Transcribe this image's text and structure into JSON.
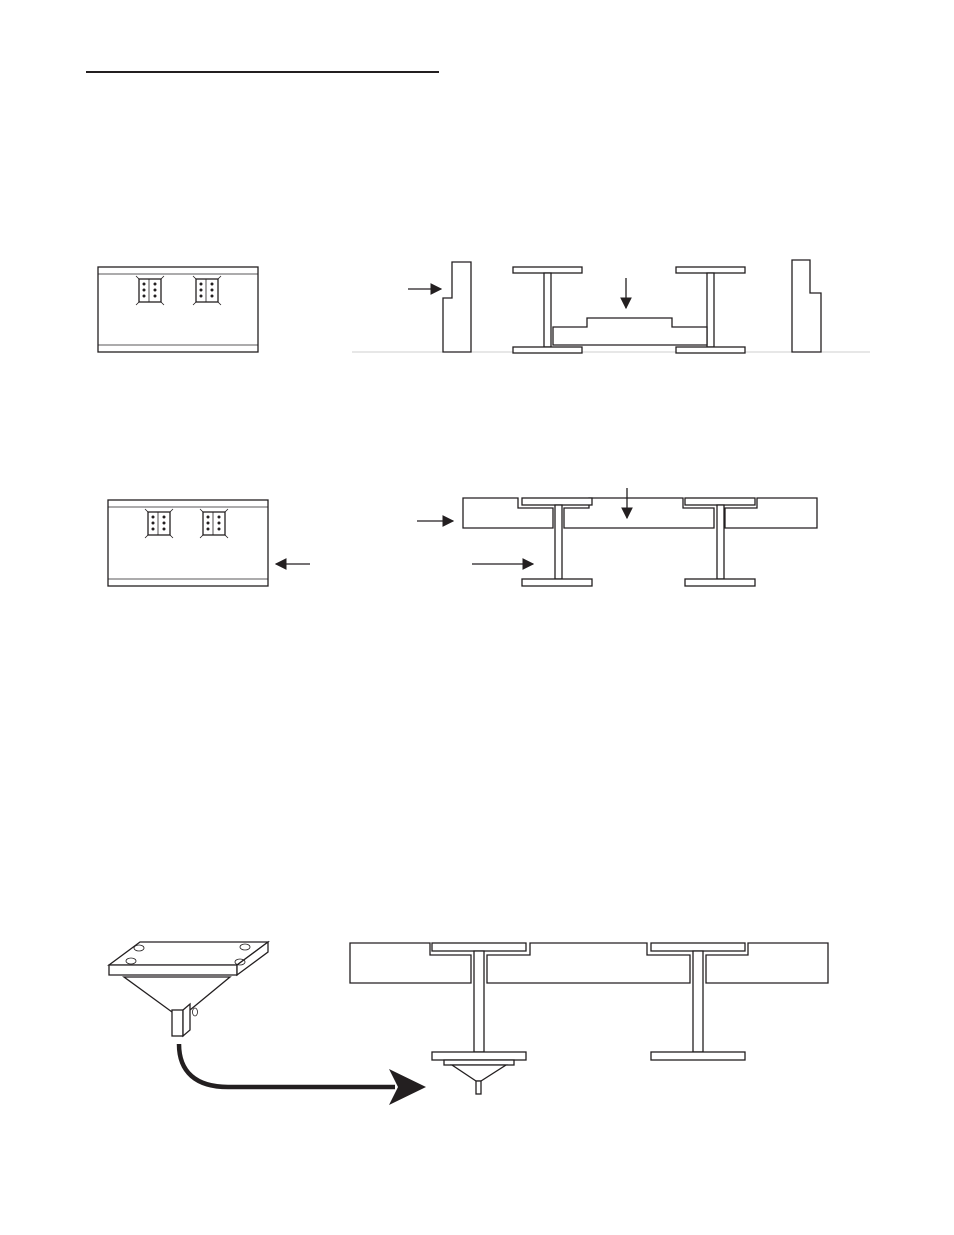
{
  "page": {
    "heading_rule": true,
    "colors": {
      "ink": "#231f20",
      "floor": "#cfcfcf",
      "background": "#ffffff"
    }
  },
  "figures": [
    {
      "id": "fig-1",
      "description_visible_text": ""
    },
    {
      "id": "fig-2",
      "description_visible_text": ""
    },
    {
      "id": "fig-3",
      "description_visible_text": ""
    }
  ]
}
